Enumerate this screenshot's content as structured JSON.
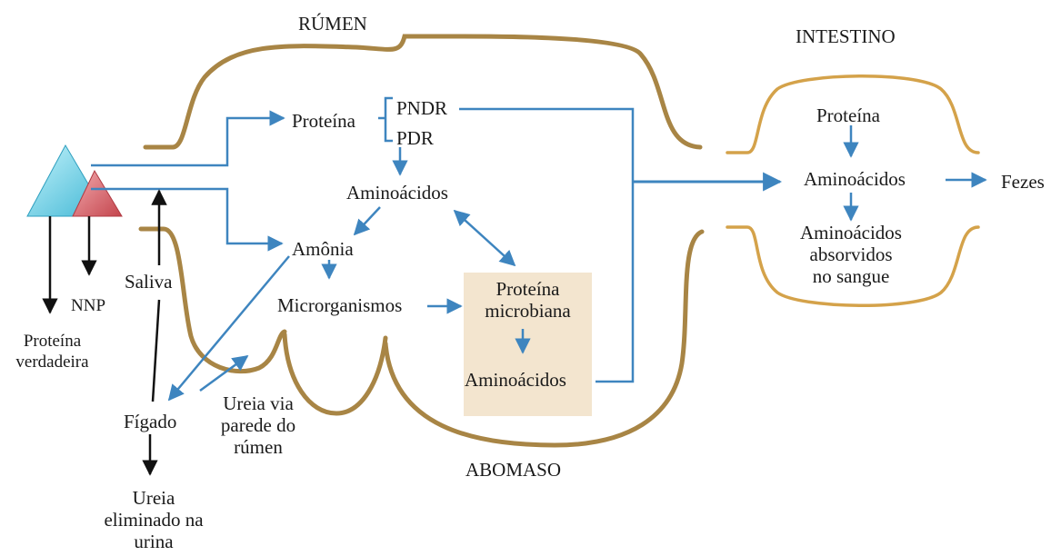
{
  "titles": {
    "rumen": "RÚMEN",
    "intestino": "INTESTINO",
    "abomaso": "ABOMASO"
  },
  "rumen": {
    "proteina": "Proteína",
    "pndr": "PNDR",
    "pdr": "PDR",
    "aminoacidos": "Aminoácidos",
    "amonia": "Amônia",
    "microrganismos": "Microrganismos",
    "proteina_microbiana": [
      "Proteína",
      "microbiana"
    ],
    "aminoacidos_microbianos": "Aminoácidos"
  },
  "intestino": {
    "proteina": "Proteína",
    "aminoacidos": "Aminoácidos",
    "absorvidos": [
      "Aminoácidos",
      "absorvidos",
      "no sangue"
    ]
  },
  "external": {
    "fezes": "Fezes",
    "nnp": "NNP",
    "proteina_verdadeira": [
      "Proteína",
      "verdadeira"
    ],
    "saliva": "Saliva",
    "figado": "Fígado",
    "ureia_via_parede": [
      "Ureia via",
      "parede do",
      "rúmen"
    ],
    "ureia_eliminado": [
      "Ureia",
      "eliminado na",
      "urina"
    ]
  },
  "colors": {
    "rumen_outline": "#a88545",
    "intestine_outline": "#d4a24a",
    "arrow_blue": "#3e85bf",
    "arrow_black": "#111111",
    "highlight_box": "#f3e5cf",
    "triangle_blue": "#7fd8ea",
    "triangle_red": "#d9636a"
  }
}
